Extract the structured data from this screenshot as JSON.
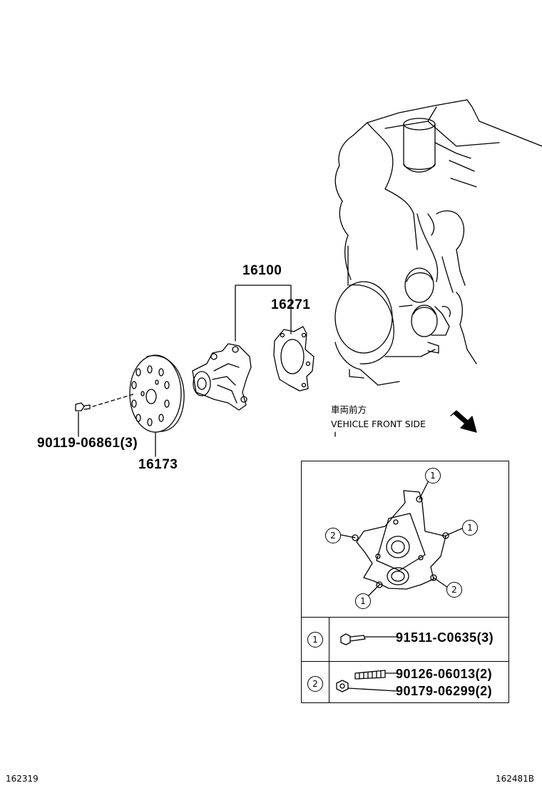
{
  "labels": {
    "assembly": "16100",
    "gasket": "16271",
    "pulley": "16173",
    "pulley_bolt": "90119-06861(3)"
  },
  "direction_note": {
    "japanese": "車両前方",
    "english": "VEHICLE FRONT SIDE"
  },
  "detail_table": {
    "callouts": [
      "1",
      "1",
      "1",
      "2",
      "2",
      "2"
    ],
    "rows": [
      {
        "key": "1",
        "parts": [
          "91511-C0635(3)"
        ]
      },
      {
        "key": "2",
        "parts": [
          "90126-06013(2)",
          "90179-06299(2)"
        ]
      }
    ]
  },
  "footer": {
    "left_code": "162319",
    "right_code": "162481B"
  }
}
